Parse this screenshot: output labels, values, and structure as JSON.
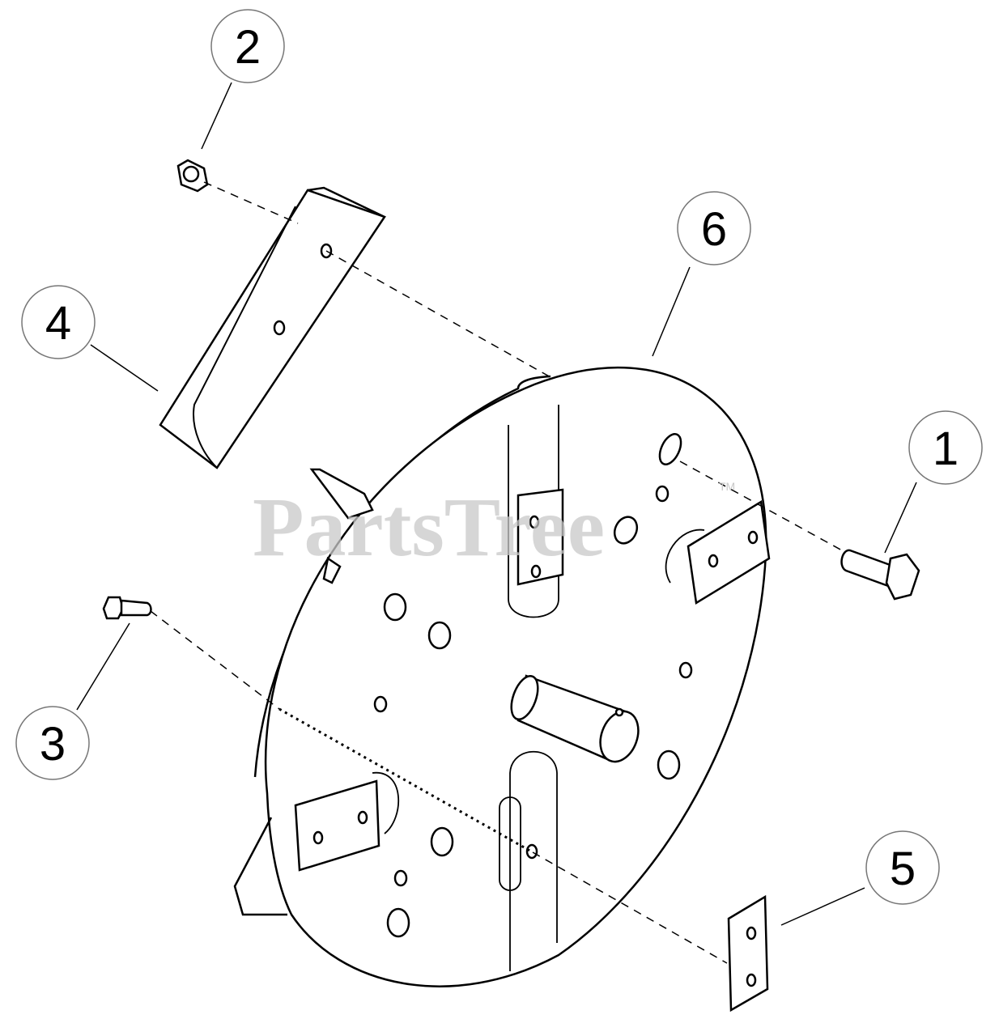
{
  "watermark": {
    "text": "PartsTree",
    "trademark": "TM"
  },
  "callouts": [
    {
      "id": "1",
      "label": "1"
    },
    {
      "id": "2",
      "label": "2"
    },
    {
      "id": "3",
      "label": "3"
    },
    {
      "id": "4",
      "label": "4"
    },
    {
      "id": "5",
      "label": "5"
    },
    {
      "id": "6",
      "label": "6"
    }
  ]
}
